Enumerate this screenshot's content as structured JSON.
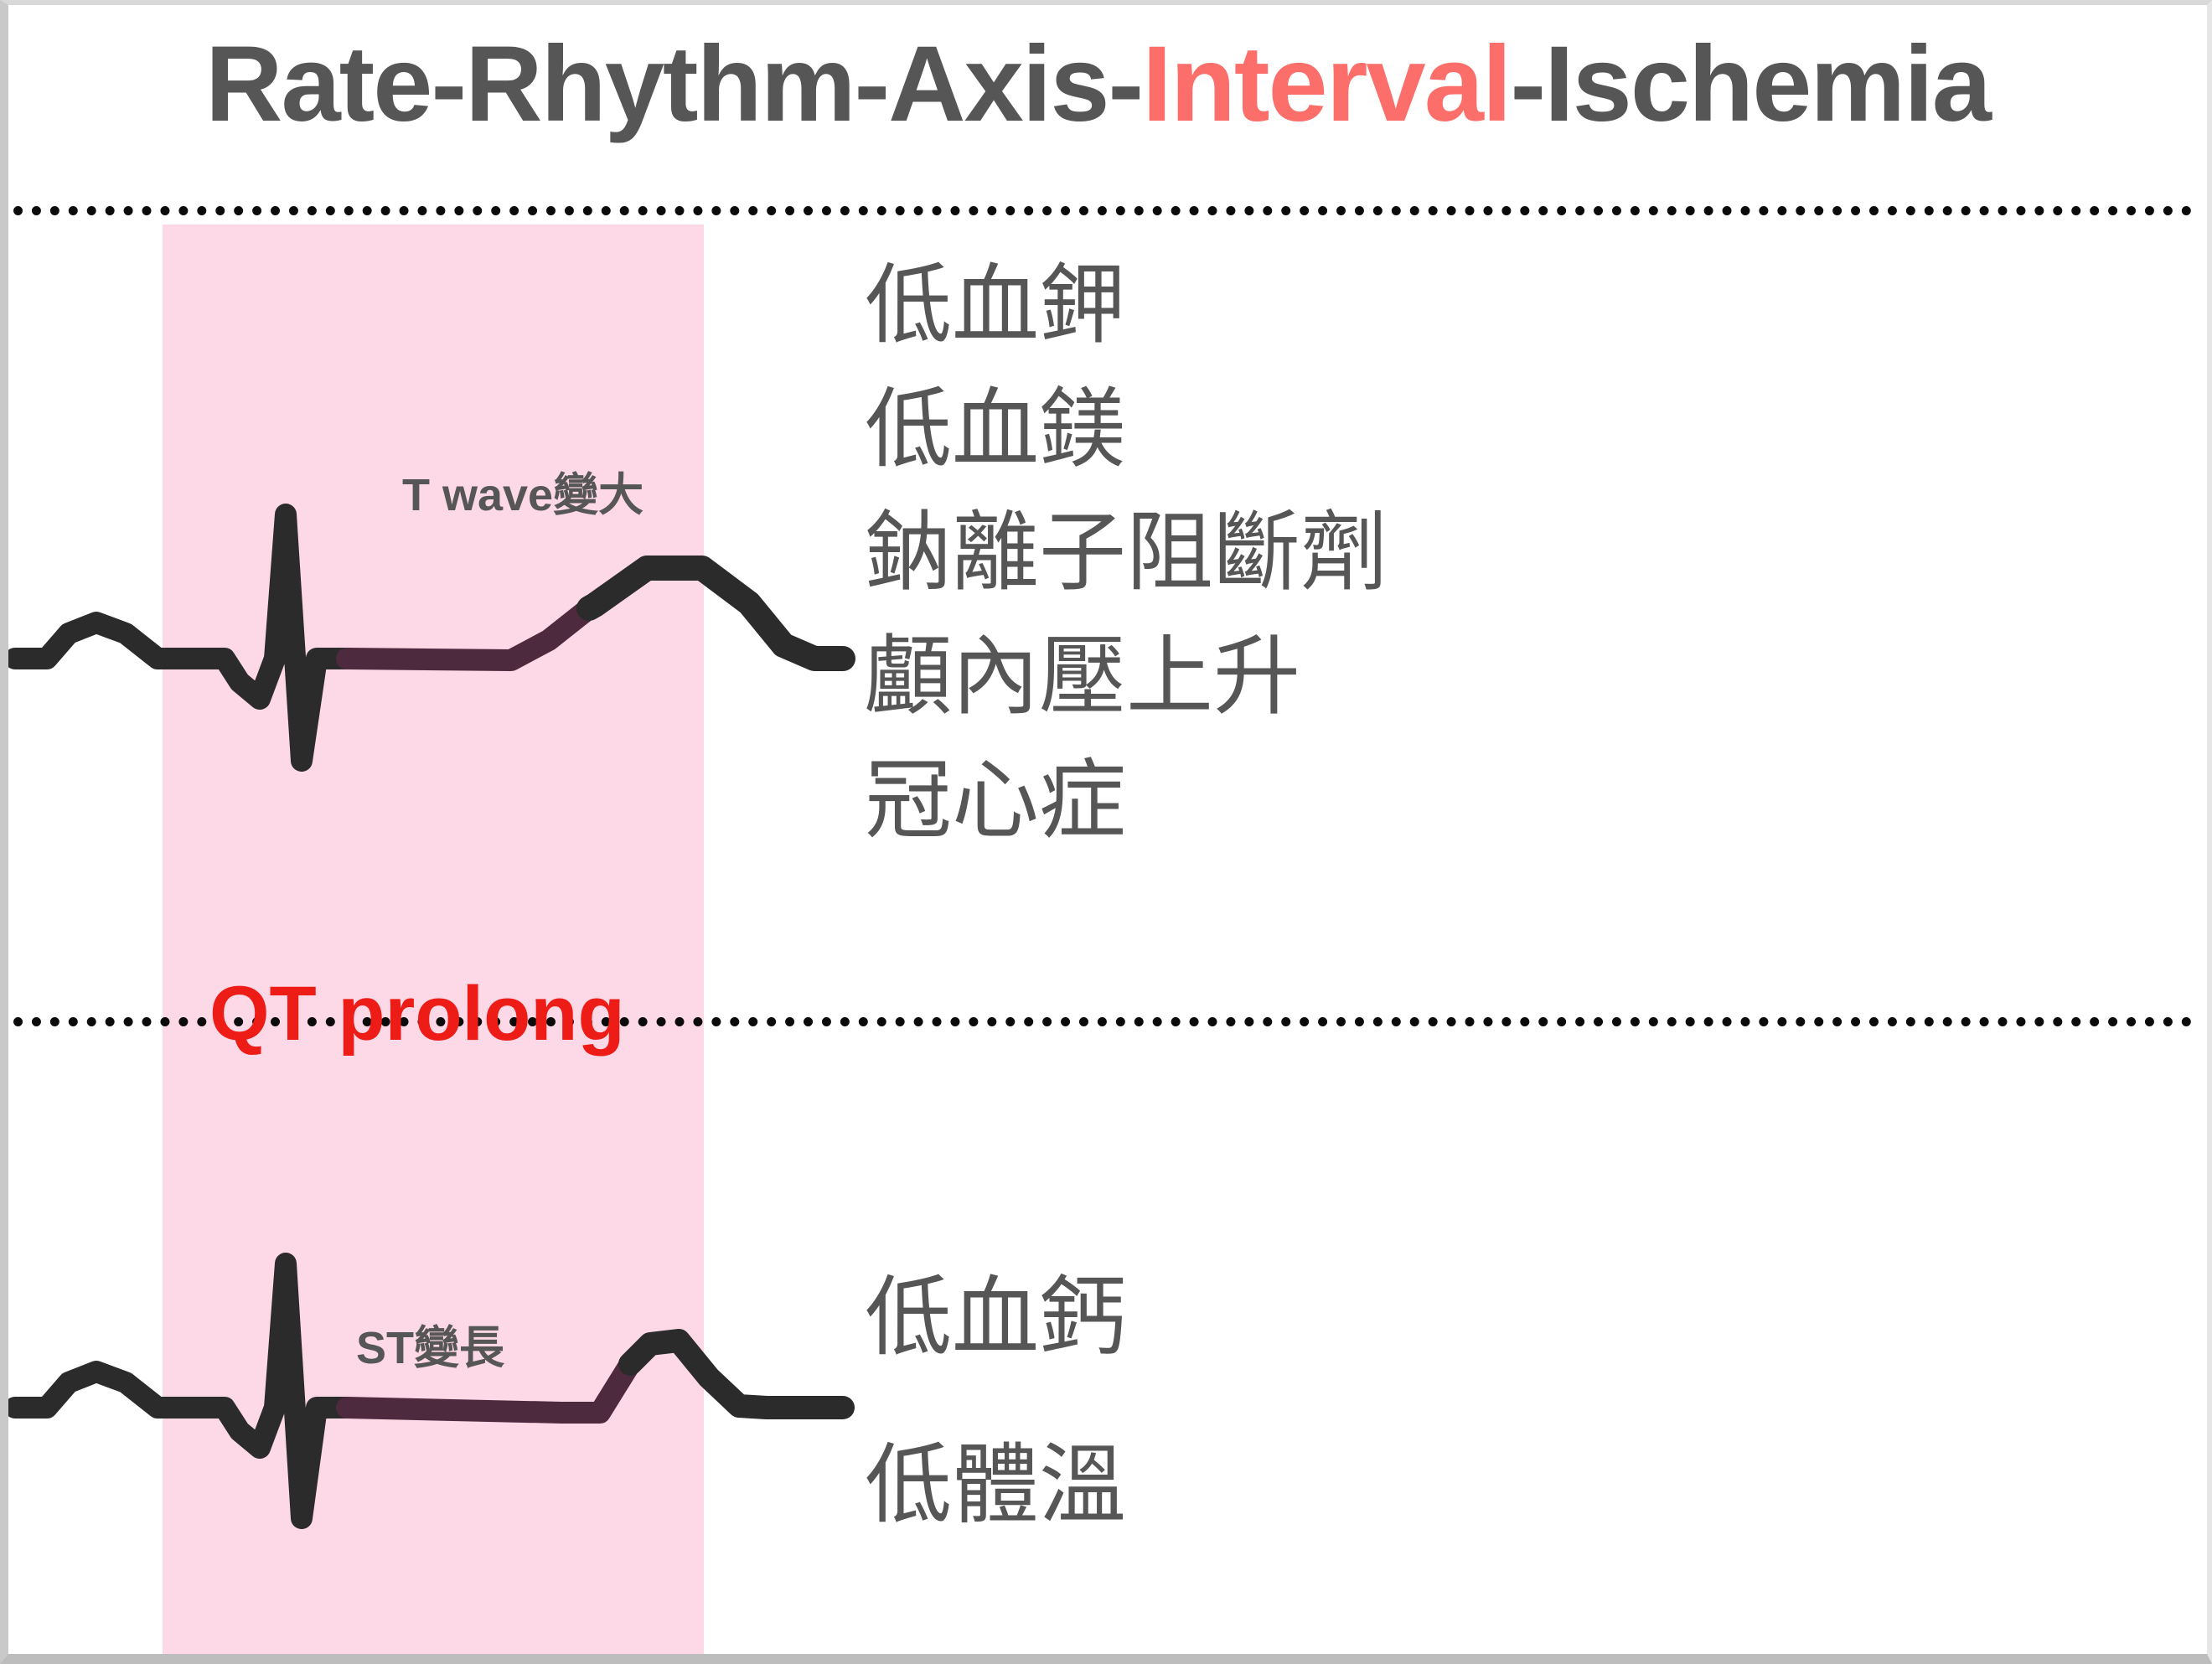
{
  "slide": {
    "title": {
      "prefix": "Rate-Rhythm-Axis-",
      "accent": "Interval",
      "suffix": "-Ischemia",
      "full": "Rate-Rhythm-Axis-Interval-Ischemia"
    },
    "highlight_label": "QT prolong"
  },
  "colors": {
    "title_gray": "#565656",
    "title_accent_red": "#fb6e6a",
    "qt_prolong_red": "#ed1c16",
    "band_pink": "#fdd8e6",
    "trace_dark": "#2b2b2b",
    "segment_maroon": "#4d2a3e",
    "rule_black": "#0b0b0b"
  },
  "upper_panel": {
    "wave_annotation": "T wave變大",
    "causes": [
      "低血鉀",
      "低血鎂",
      "鈉離子阻斷劑",
      "顱內壓上升",
      "冠心症"
    ]
  },
  "lower_panel": {
    "wave_annotation": "ST變長",
    "causes": [
      "低血鈣",
      "低體溫"
    ]
  },
  "chart_data": {
    "type": "line",
    "title": "ECG tracings illustrating QT prolongation",
    "xlabel": "",
    "ylabel": "",
    "series": [
      {
        "name": "upper-ecg-tall-t-wave",
        "annotation": "T wave變大",
        "description": "Sinus beat with P wave, narrow QRS and a broad, tall, prolonged T wave; ST-to-T segment highlighted maroon",
        "points": [
          [
            0,
            0
          ],
          [
            40,
            0
          ],
          [
            70,
            -30
          ],
          [
            105,
            -42
          ],
          [
            140,
            -30
          ],
          [
            175,
            0
          ],
          [
            255,
            0
          ],
          [
            275,
            28
          ],
          [
            300,
            48
          ],
          [
            318,
            0
          ],
          [
            330,
            -170
          ],
          [
            348,
            120
          ],
          [
            366,
            0
          ],
          [
            400,
            0
          ],
          [
            470,
            0
          ],
          [
            600,
            2
          ],
          [
            645,
            -22
          ],
          [
            700,
            -56
          ],
          [
            760,
            -64
          ],
          [
            820,
            -62
          ],
          [
            880,
            -44
          ],
          [
            920,
            -12
          ],
          [
            960,
            0
          ],
          [
            1000,
            0
          ]
        ]
      },
      {
        "name": "lower-ecg-long-st",
        "annotation": "ST變長",
        "description": "Sinus beat with P wave, narrow QRS, a markedly lengthened flat ST segment highlighted maroon, then a small narrow T wave",
        "points": [
          [
            0,
            0
          ],
          [
            40,
            0
          ],
          [
            70,
            -30
          ],
          [
            105,
            -42
          ],
          [
            140,
            -30
          ],
          [
            175,
            0
          ],
          [
            255,
            0
          ],
          [
            275,
            28
          ],
          [
            300,
            48
          ],
          [
            318,
            0
          ],
          [
            330,
            -170
          ],
          [
            348,
            130
          ],
          [
            366,
            0
          ],
          [
            400,
            0
          ],
          [
            470,
            2
          ],
          [
            660,
            4
          ],
          [
            770,
            4
          ],
          [
            800,
            -40
          ],
          [
            840,
            -52
          ],
          [
            880,
            -30
          ],
          [
            910,
            0
          ],
          [
            1000,
            0
          ]
        ]
      }
    ]
  }
}
